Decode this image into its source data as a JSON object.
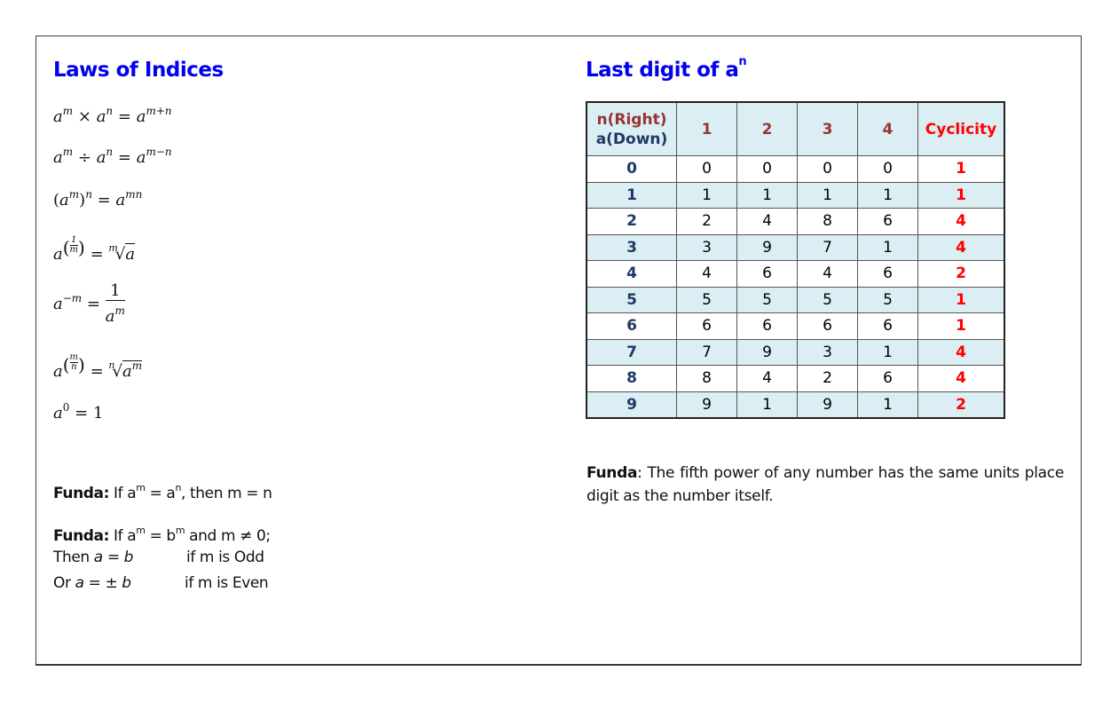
{
  "left": {
    "title": "Laws of Indices",
    "laws": [
      {
        "id": "product",
        "text": "a^m × a^n = a^(m+n)"
      },
      {
        "id": "quotient",
        "text": "a^m ÷ a^n = a^(m−n)"
      },
      {
        "id": "power",
        "text": "(a^m)^n = a^(mn)"
      },
      {
        "id": "unit-fraction",
        "text": "a^(1/m) = m√a"
      },
      {
        "id": "negative",
        "text": "a^(−m) = 1/a^m"
      },
      {
        "id": "fraction",
        "text": "a^(m/n) = n√(a^m)"
      },
      {
        "id": "zero",
        "text": "a^0 = 1"
      }
    ],
    "symbols": {
      "a": "a",
      "m": "m",
      "n": "n",
      "times": "×",
      "div": "÷",
      "eq": "=",
      "plus": "+",
      "minus": "−",
      "one": "1",
      "zero": "0",
      "mn": "mn",
      "m_plus_n": "m+n",
      "m_minus_n": "m−n",
      "neg_m": "−m",
      "lparen": "(",
      "rparen": ")"
    },
    "funda1": {
      "label": "Funda:",
      "pre": " If a",
      "sup1": "m",
      "mid": " = a",
      "sup2": "n",
      "post": ", then m = n"
    },
    "funda2": {
      "label": "Funda:",
      "pre": " If a",
      "sup1": "m",
      "mid": " = b",
      "sup2": "m",
      "post": " and m ≠ 0;",
      "line2_pre": "Then ",
      "line2_expr": "a = b",
      "line2_cond": "if m is Odd",
      "line3_pre": "Or ",
      "line3_expr": "a = ± b",
      "line3_cond": "if m is Even"
    }
  },
  "right": {
    "title": "Last digit of a",
    "title_sup": "n",
    "table": {
      "corner_top": "n(Right)",
      "corner_bottom": "a(Down)",
      "headers": [
        "1",
        "2",
        "3",
        "4",
        "Cyclicity"
      ],
      "rows": [
        {
          "a": "0",
          "v": [
            "0",
            "0",
            "0",
            "0"
          ],
          "c": "1"
        },
        {
          "a": "1",
          "v": [
            "1",
            "1",
            "1",
            "1"
          ],
          "c": "1"
        },
        {
          "a": "2",
          "v": [
            "2",
            "4",
            "8",
            "6"
          ],
          "c": "4"
        },
        {
          "a": "3",
          "v": [
            "3",
            "9",
            "7",
            "1"
          ],
          "c": "4"
        },
        {
          "a": "4",
          "v": [
            "4",
            "6",
            "4",
            "6"
          ],
          "c": "2"
        },
        {
          "a": "5",
          "v": [
            "5",
            "5",
            "5",
            "5"
          ],
          "c": "1"
        },
        {
          "a": "6",
          "v": [
            "6",
            "6",
            "6",
            "6"
          ],
          "c": "1"
        },
        {
          "a": "7",
          "v": [
            "7",
            "9",
            "3",
            "1"
          ],
          "c": "4"
        },
        {
          "a": "8",
          "v": [
            "8",
            "4",
            "2",
            "6"
          ],
          "c": "4"
        },
        {
          "a": "9",
          "v": [
            "9",
            "1",
            "9",
            "1"
          ],
          "c": "2"
        }
      ]
    },
    "funda": {
      "label": "Funda",
      "text": ": The fifth power of any number has the same units place digit as the number itself."
    }
  },
  "colors": {
    "heading": "#0000ee",
    "header_row": "#943634",
    "a_column": "#1f3864",
    "cyclicity": "#ff0000",
    "stripe": "#dbeef4"
  }
}
